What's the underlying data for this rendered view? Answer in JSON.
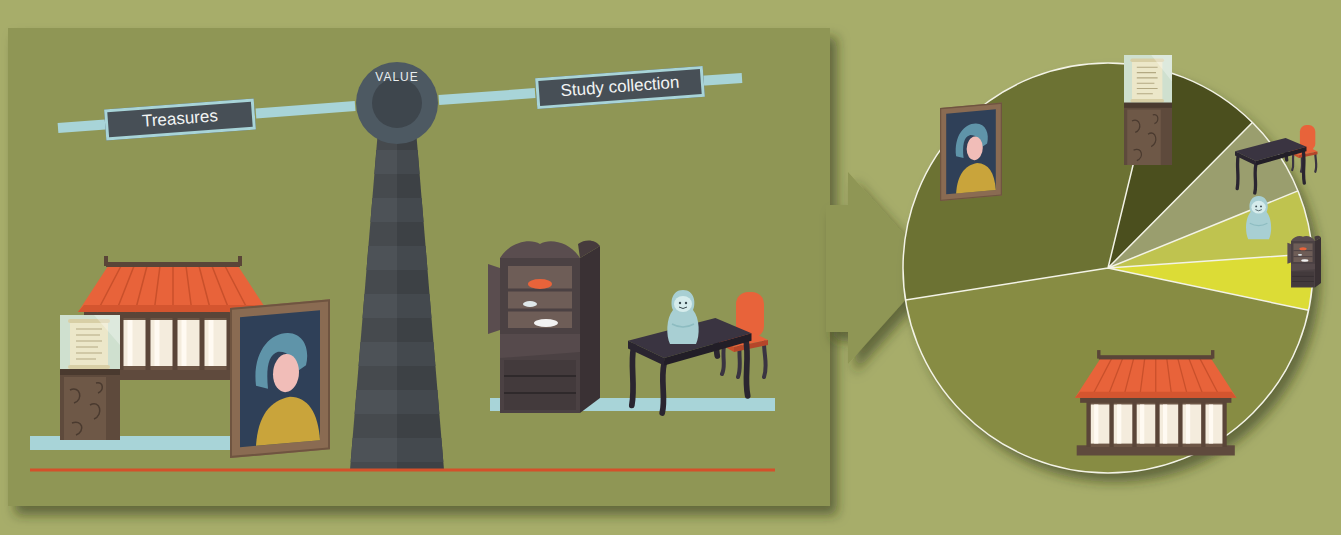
{
  "diagram": {
    "nodes": [
      {
        "text": [
          "Treasures"
        ]
      },
      {
        "text": [
          "VALUE"
        ]
      },
      {
        "text": [
          "Study collection"
        ]
      }
    ],
    "edges": [
      {
        "from": 0,
        "to": 1,
        "arrow": "none"
      },
      {
        "from": 1,
        "to": 2,
        "arrow": "none"
      }
    ]
  }
}
